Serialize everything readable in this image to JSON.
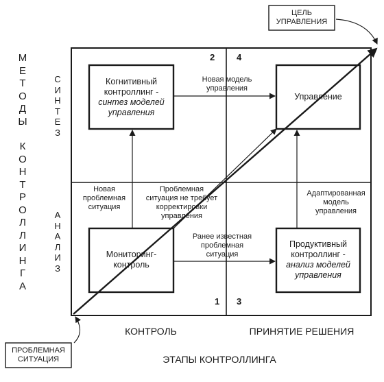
{
  "goal_label": [
    "ЦЕЛЬ",
    "УПРАВЛЕНИЯ"
  ],
  "problem_label": [
    "ПРОБЛЕМНАЯ",
    "СИТУАЦИЯ"
  ],
  "left_axis": {
    "methods_word": [
      "М",
      "Е",
      "Т",
      "О",
      "Д",
      "Ы"
    ],
    "controlling_word": [
      "К",
      "О",
      "Н",
      "Т",
      "Р",
      "О",
      "Л",
      "Л",
      "И",
      "Н",
      "Г",
      "А"
    ],
    "synthesis_word": [
      "С",
      "И",
      "Н",
      "Т",
      "Е",
      "З"
    ],
    "analysis_word": [
      "А",
      "Н",
      "А",
      "Л",
      "И",
      "З"
    ]
  },
  "bottom_axis": {
    "control": "КОНТРОЛЬ",
    "decision": "ПРИНЯТИЕ РЕШЕНИЯ",
    "stages": "ЭТАПЫ КОНТРОЛЛИНГА"
  },
  "quadrant_numbers": {
    "q1": "1",
    "q2": "2",
    "q3": "3",
    "q4": "4"
  },
  "boxes": {
    "cognitive": {
      "line1": "Когнитивный",
      "line2": "контроллинг -",
      "line3": "синтез моделей",
      "line4": "управления"
    },
    "management": {
      "line1": "Управление"
    },
    "monitoring": {
      "line1": "Мониторинг-",
      "line2": "контроль"
    },
    "productive": {
      "line1": "Продуктивный",
      "line2": "контроллинг -",
      "line3": "анализ моделей",
      "line4": "управления"
    }
  },
  "arrow_labels": {
    "new_model": [
      "Новая модель",
      "управления"
    ],
    "new_problem": [
      "Новая",
      "проблемная",
      "ситуация"
    ],
    "no_correction": [
      "Проблемная",
      "ситуация не требует",
      "корректировки",
      "управления"
    ],
    "known_problem": [
      "Ранее известная",
      "проблемная",
      "ситуация"
    ],
    "adapted_model": [
      "Адаптированная",
      "модель",
      "управления"
    ]
  },
  "colors": {
    "ink": "#1a1a1a",
    "paper": "#ffffff"
  }
}
